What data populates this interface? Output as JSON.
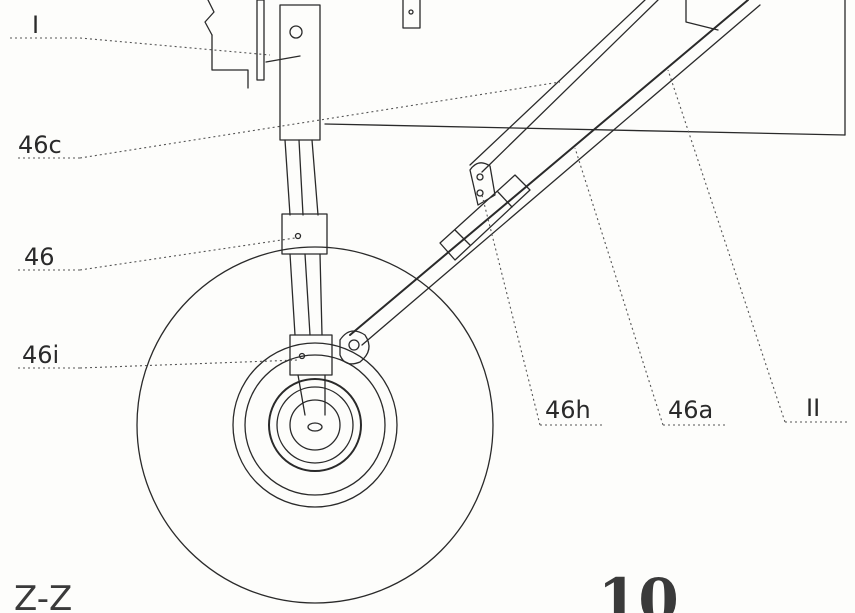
{
  "labels": {
    "I": "I",
    "c46": "46c",
    "n46": "46",
    "i46": "46i",
    "h46": "46h",
    "a46": "46a",
    "II": "II"
  },
  "footer": {
    "view_label": "Z-Z",
    "page_number": "10"
  },
  "colors": {
    "ink": "#2a2a2a",
    "paper": "#fdfdfb"
  }
}
